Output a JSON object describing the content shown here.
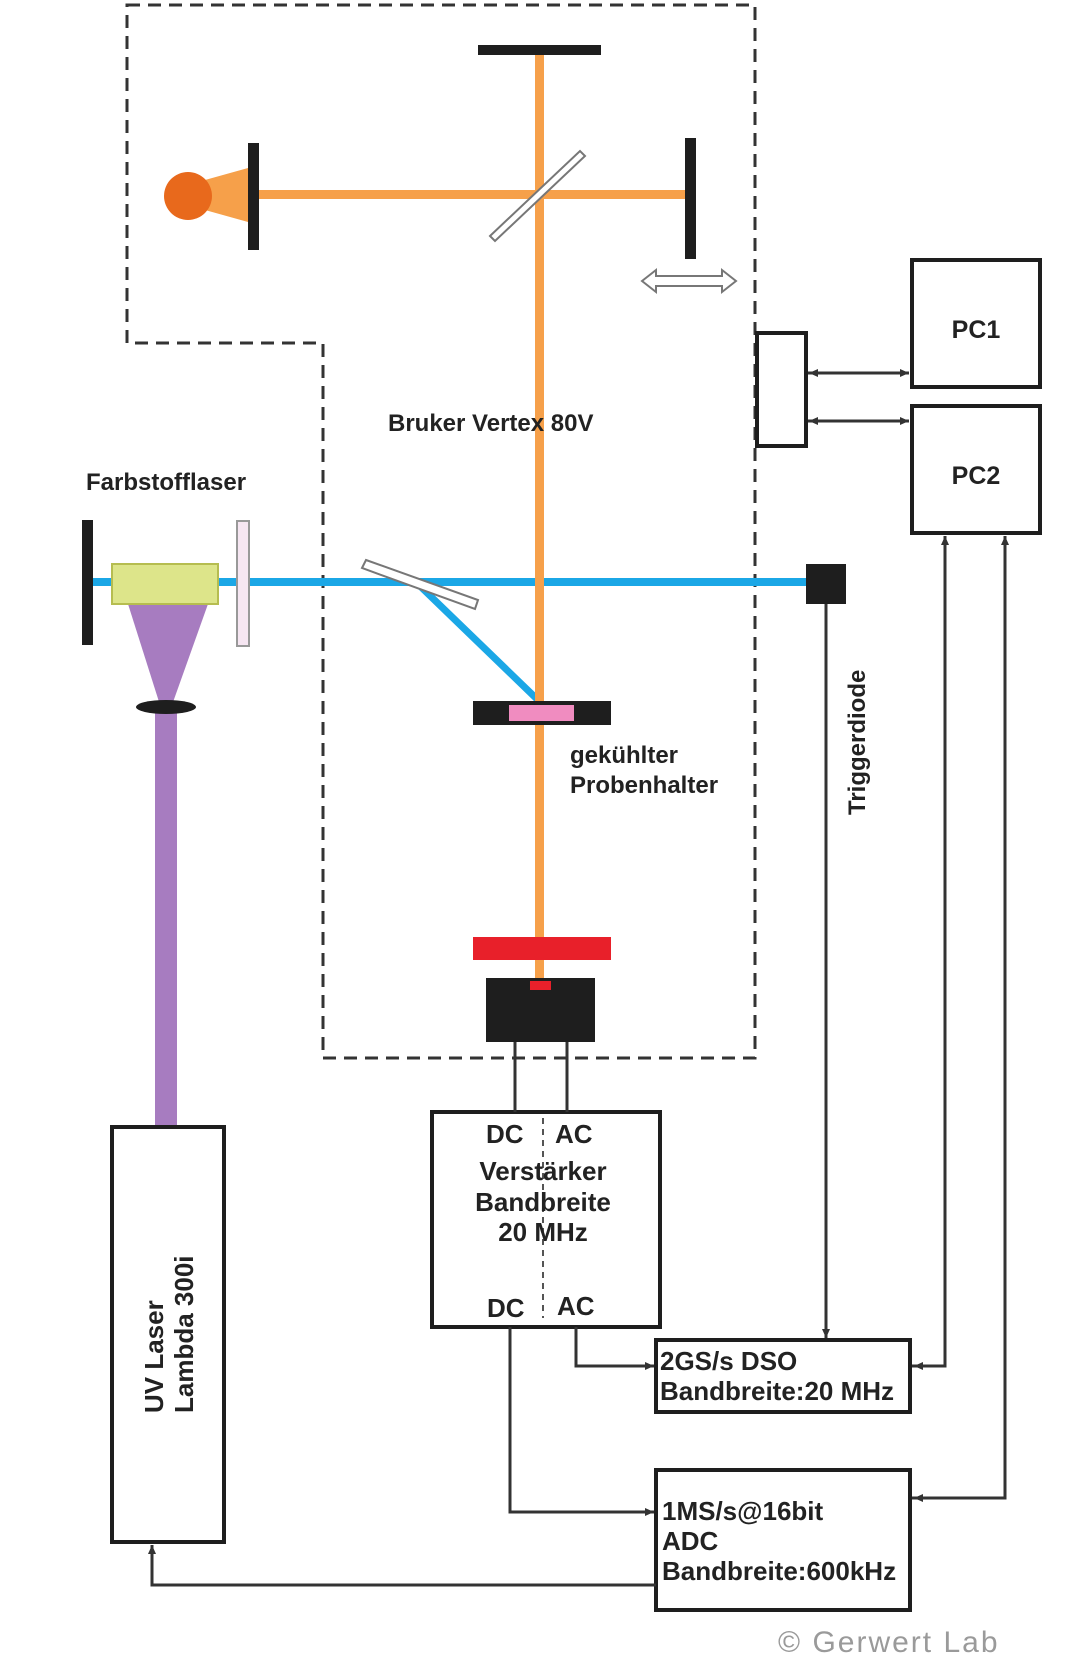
{
  "labels": {
    "bruker": "Bruker Vertex 80V",
    "farbstofflaser": "Farbstofflaser",
    "probenhalter_line1": "gekühlter",
    "probenhalter_line2": "Probenhalter",
    "triggerdiode": "Triggerdiode",
    "pc1": "PC1",
    "pc2": "PC2",
    "uv_laser_line1": "UV Laser",
    "uv_laser_line2": "Lambda 300i",
    "amp_dc_top": "DC",
    "amp_ac_top": "AC",
    "amp_line1": "Verstärker",
    "amp_line2": "Bandbreite",
    "amp_line3": "20 MHz",
    "amp_dc_bottom": "DC",
    "amp_ac_bottom": "AC",
    "dso_line1": "2GS/s DSO",
    "dso_line2": "Bandbreite:20 MHz",
    "adc_line1": "1MS/s@16bit",
    "adc_line2": "ADC",
    "adc_line3": "Bandbreite:600kHz",
    "copyright": "© Gerwert Lab"
  },
  "colors": {
    "ir_beam": "#f6a04a",
    "blue_beam": "#1ba7e6",
    "uv_beam": "#a77cc0",
    "source": "#e8691c",
    "dye_cell": "#dde58a",
    "sample": "#f08cc0",
    "filter": "#e8202a",
    "optics": "#1e1e1e"
  }
}
